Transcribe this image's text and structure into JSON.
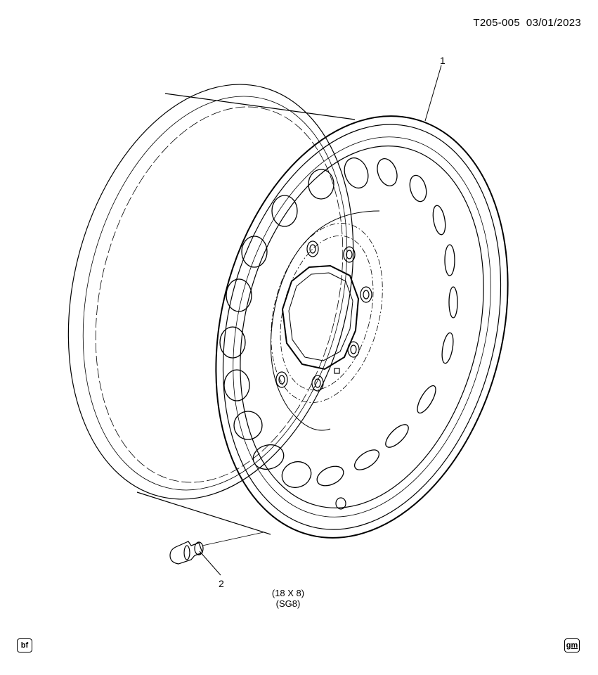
{
  "header": {
    "code": "T205-005",
    "date": "03/01/2023"
  },
  "callouts": [
    {
      "label": "1"
    },
    {
      "label": "2"
    }
  ],
  "size_note": {
    "line1": "(18 X 8)",
    "line2": "(SG8)"
  },
  "badges": {
    "left": "bf",
    "right": "gm"
  },
  "parts": [
    {
      "number": "1",
      "name": "wheel-icon"
    },
    {
      "number": "2",
      "name": "valve-stem-icon"
    }
  ]
}
